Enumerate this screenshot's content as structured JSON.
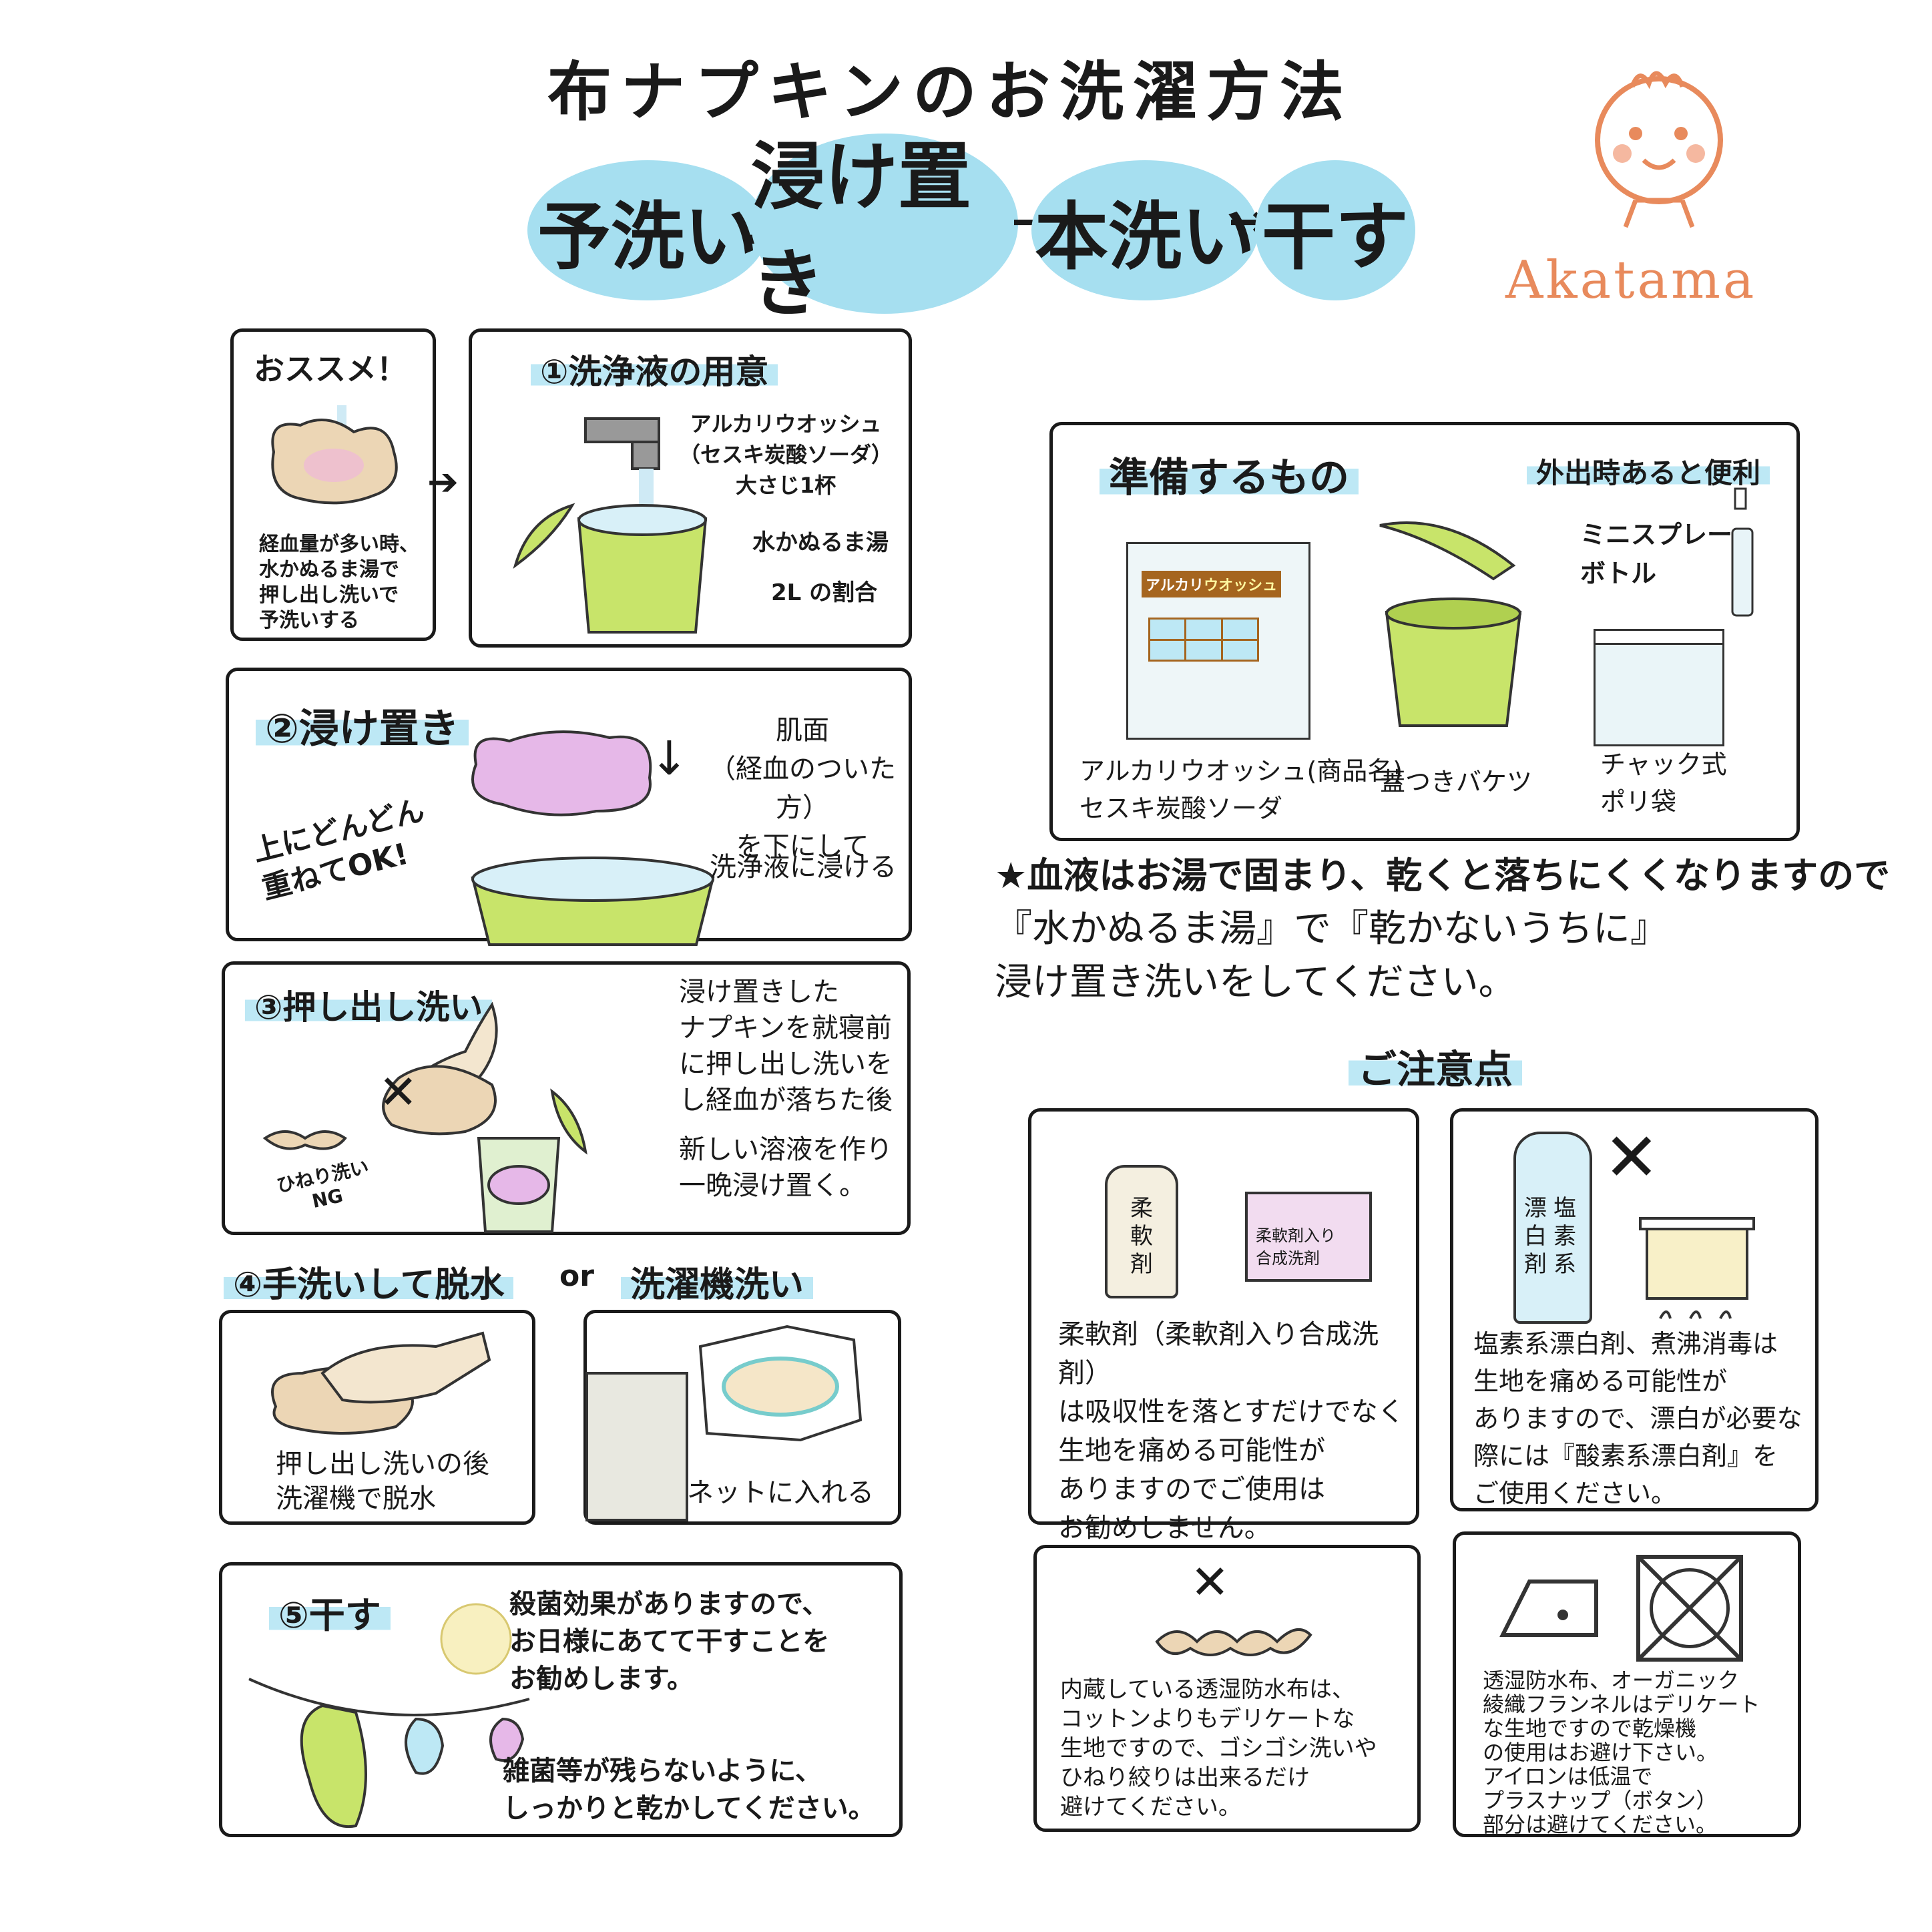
{
  "title": "布ナプキンのお洗濯方法",
  "flow": {
    "steps": [
      "予洗い",
      "浸け置き",
      "本洗い",
      "干す"
    ],
    "sep1": "…",
    "sep2": "→",
    "sep3": "→"
  },
  "logo": {
    "text": "Akatama"
  },
  "recommend": {
    "heading": "おススメ！",
    "body": "経血量が多い時、\n水かぬるま湯で\n押し出し洗いで\n予洗いする"
  },
  "step1": {
    "heading": "①洗浄液の用意",
    "detergent": "アルカリウオッシュ\n（セスキ炭酸ソーダ）\n大さじ1杯",
    "water": "水かぬるま湯",
    "ratio": "2L  の割合"
  },
  "step2": {
    "heading": "②浸け置き",
    "stack_note": "上にどんどん\n重ねてOK!",
    "face_note": "肌面\n（経血のついた方）\nを下にして",
    "soak_note": "洗浄液に浸ける"
  },
  "step3": {
    "heading": "③押し出し洗い",
    "ng_label": "ひねり洗い\nNG",
    "ng_mark": "✕",
    "text1": "浸け置きした\nナプキンを就寝前\nに押し出し洗いを\nし経血が落ちた後",
    "text2": "新しい溶液を作り\n一晩浸け置く。"
  },
  "step4": {
    "heading": "④手洗いして脱水",
    "or": "or",
    "heading2": "洗濯機洗い",
    "hand_caption": "押し出し洗いの後\n洗濯機で脱水",
    "net_caption": "ネットに入れる"
  },
  "step5": {
    "heading": "⑤干す",
    "text1": "殺菌効果がありますので、\nお日様にあてて干すことを\nお勧めします。",
    "text2": "雑菌等が残らないように、\nしっかりと乾かしてください。"
  },
  "prep": {
    "heading": "準備するもの",
    "outing": "外出時あると便利",
    "spray": "ミニスプレー\nボトル",
    "package_label1": "アルカリ",
    "package_label2": "ウオッシュ",
    "product": "アルカリウオッシュ(商品名)\nセスキ炭酸ソーダ",
    "bucket": "蓋つきバケツ",
    "bag": "チャック式\nポリ袋"
  },
  "note": {
    "star": "★",
    "line1": "血液はお湯で固まり、乾くと落ちにくくなりますので",
    "line2": "『水かぬるま湯』で『乾かないうちに』",
    "line3": "浸け置き洗いをしてください。"
  },
  "caution": {
    "heading": "ご注意点",
    "softener_bottle": "柔\n軟\n剤",
    "softener_box": "柔軟剤入り\n合成洗剤",
    "softener_text": "柔軟剤（柔軟剤入り合成洗剤）\nは吸収性を落とすだけでなく\n生地を痛める可能性が\nありますのでご使用は\nお勧めしません。",
    "bleach_bottle_a": "塩\n素\n系",
    "bleach_bottle_b": "漂\n白\n剤",
    "bleach_text": "塩素系漂白剤、煮沸消毒は\n生地を痛める可能性が\nありますので、漂白が必要な\n際には『酸素系漂白剤』を\nご使用ください。",
    "twist_text": "内蔵している透湿防水布は、\nコットンよりもデリケートな\n生地ですので、ゴシゴシ洗いや\nひねり絞りは出来るだけ\n避けてください。",
    "dryer_text": "透湿防水布、オーガニック\n綾織フランネルはデリケート\nな生地ですので乾燥機\nの使用はお避け下さい。\nアイロンは低温で\nプラスナップ（ボタン）\n部分は避けてください。"
  },
  "colors": {
    "accent_blue": "#a6dff0",
    "bucket_green": "#c8e46a",
    "pad_beige": "#ecd6b5",
    "pad_pink": "#e6b8e8",
    "logo_orange": "#e88a5c"
  }
}
